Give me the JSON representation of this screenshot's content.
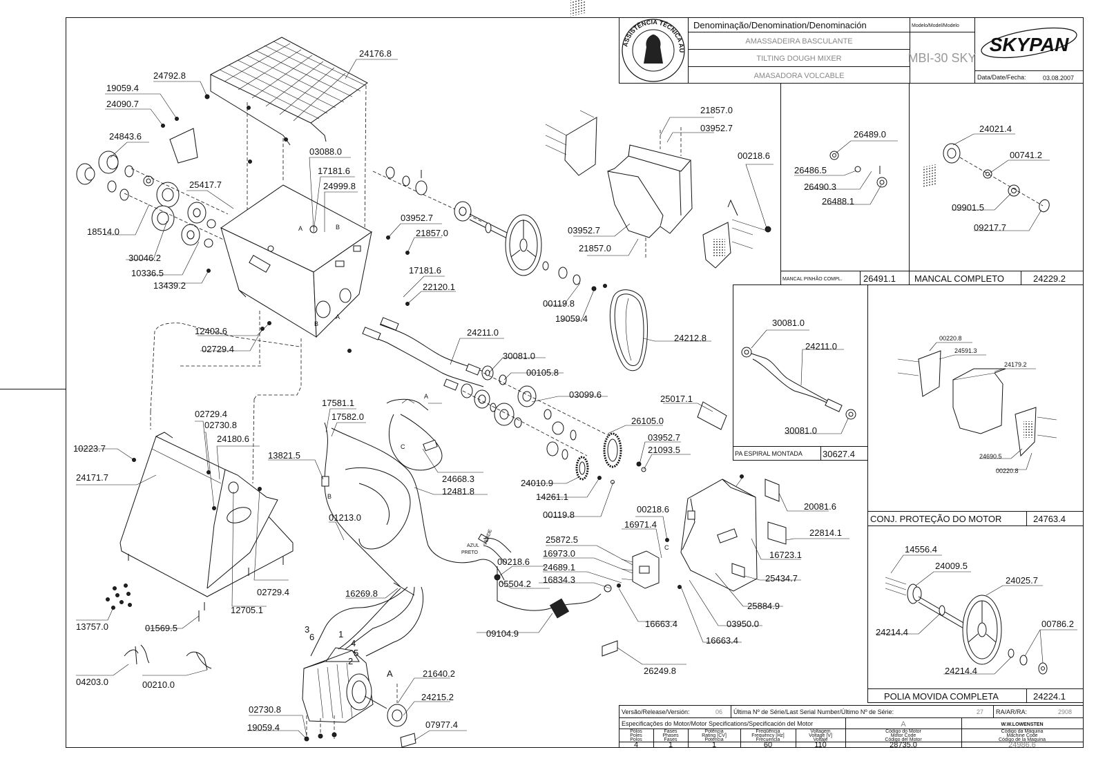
{
  "title_block": {
    "denomination_header": "Denominação/Denomination/Denominación",
    "model_header": "Modelo/Model/Modelo",
    "names": [
      "AMASSADEIRA BASCULANTE",
      "TILTING DOUGH MIXER",
      "AMASADORA VOLCABLE"
    ],
    "model": "MBI-30 SKY",
    "brand": "SKYPAN",
    "date_label": "Data/Date/Fecha:",
    "date": "03.08.2007"
  },
  "boxes": {
    "mancal_pinhao": {
      "title": "MANCAL PINHÃO COMPL.",
      "code": "26491.1",
      "parts": [
        "26489.0",
        "26486.5",
        "26490.3",
        "26488.1"
      ]
    },
    "mancal_completo": {
      "title": "MANCAL COMPLETO",
      "code": "24229.2",
      "parts": [
        "24021.4",
        "00741.2",
        "09901.5",
        "09217.7"
      ]
    },
    "pa_espiral": {
      "title": "PA ESPIRAL MONTADA",
      "code": "30627.4",
      "parts": [
        "30081.0",
        "24211.0",
        "30081.0"
      ]
    },
    "protecao_motor": {
      "title": "CONJ. PROTEÇÃO DO MOTOR",
      "code": "24763.4",
      "parts": [
        "00220.8",
        "24591.3",
        "24179.2",
        "24690.5",
        "00220.8"
      ]
    },
    "polia_movida": {
      "title": "POLIA MOVIDA COMPLETA",
      "code": "24224.1",
      "parts": [
        "14556.4",
        "24009.5",
        "24025.7",
        "24214.4",
        "00786.2",
        "24214.4"
      ]
    }
  },
  "main_labels": [
    "24176.8",
    "24792.8",
    "19059.4",
    "24090.7",
    "24843.6",
    "25417.7",
    "18514.0",
    "30046.2",
    "10336.5",
    "13439.2",
    "03088.0",
    "17181.6",
    "24999.8",
    "03952.7",
    "21857.0",
    "17181.6",
    "22120.1",
    "12403.6",
    "02729.4",
    "21857.0",
    "03952.7",
    "00218.6",
    "03952.7",
    "21857.0",
    "00119.8",
    "19059.4",
    "24212.8",
    "24211.0",
    "30081.0",
    "00105.8",
    "03099.6",
    "26105.0",
    "03952.7",
    "21093.5",
    "24010.9",
    "14261.1",
    "00119.8",
    "25017.1",
    "20081.6",
    "22814.1",
    "16723.1",
    "25434.7",
    "25884.9",
    "03950.0",
    "16663.4",
    "16663.4",
    "00218.6",
    "16971.4",
    "25872.5",
    "16973.0",
    "24689.1",
    "16834.3",
    "26249.8",
    "17581.1",
    "17582.0",
    "13821.5",
    "24668.3",
    "12481.8",
    "01213.0",
    "16269.8",
    "00218.6",
    "05504.2",
    "09104.9",
    "21640.2",
    "24215.2",
    "07977.4",
    "02730.8",
    "19059.4",
    "02729.4",
    "02730.8",
    "24180.6",
    "10223.7",
    "24171.7",
    "02729.4",
    "12705.1",
    "13757.0",
    "01569.5",
    "04203.0",
    "00210.0"
  ],
  "wire_letters": {
    "a": "A",
    "b": "B",
    "c": "C",
    "big_a": "A",
    "azul": "AZUL",
    "preto": "PRETO",
    "verde": "VERDE",
    "nums": [
      "3",
      "6",
      "1",
      "4",
      "5",
      "2"
    ]
  },
  "footer": {
    "version_label": "Versão/Release/Versión:",
    "version": "06",
    "serial_label": "Última Nº de Série/Last Serial Number/Último Nº de Série:",
    "serial": "27",
    "ra_label": "RA/AR/RA:",
    "ra": "2908",
    "motor_spec_label": "Especificações do Motor/Motor Specifications/Specificación del Motor",
    "motor_letter": "A",
    "maker": "W.W.LOWENSTEN",
    "col_headers": [
      [
        "Pólos",
        "Poles",
        "Polos"
      ],
      [
        "Fases",
        "Phases",
        "Fases"
      ],
      [
        "Potência",
        "Rating [CV]",
        "Potencia"
      ],
      [
        "Freqüência",
        "Frequency [Hz]",
        "Frecuencia"
      ],
      [
        "Voltagem",
        "Voltage [V]",
        "Voltaje"
      ],
      [
        "Código do Motor",
        "Motor Code",
        "Código del Motor"
      ],
      [
        "Código da Máquina",
        "Machine Code",
        "Código de la Maquina"
      ]
    ],
    "values": [
      "4",
      "1",
      "1",
      "60",
      "110",
      "28735.0",
      "24986.6"
    ]
  },
  "seal_text": "ASSISTÊNCIA TÉCNICA AUTORIZADA"
}
